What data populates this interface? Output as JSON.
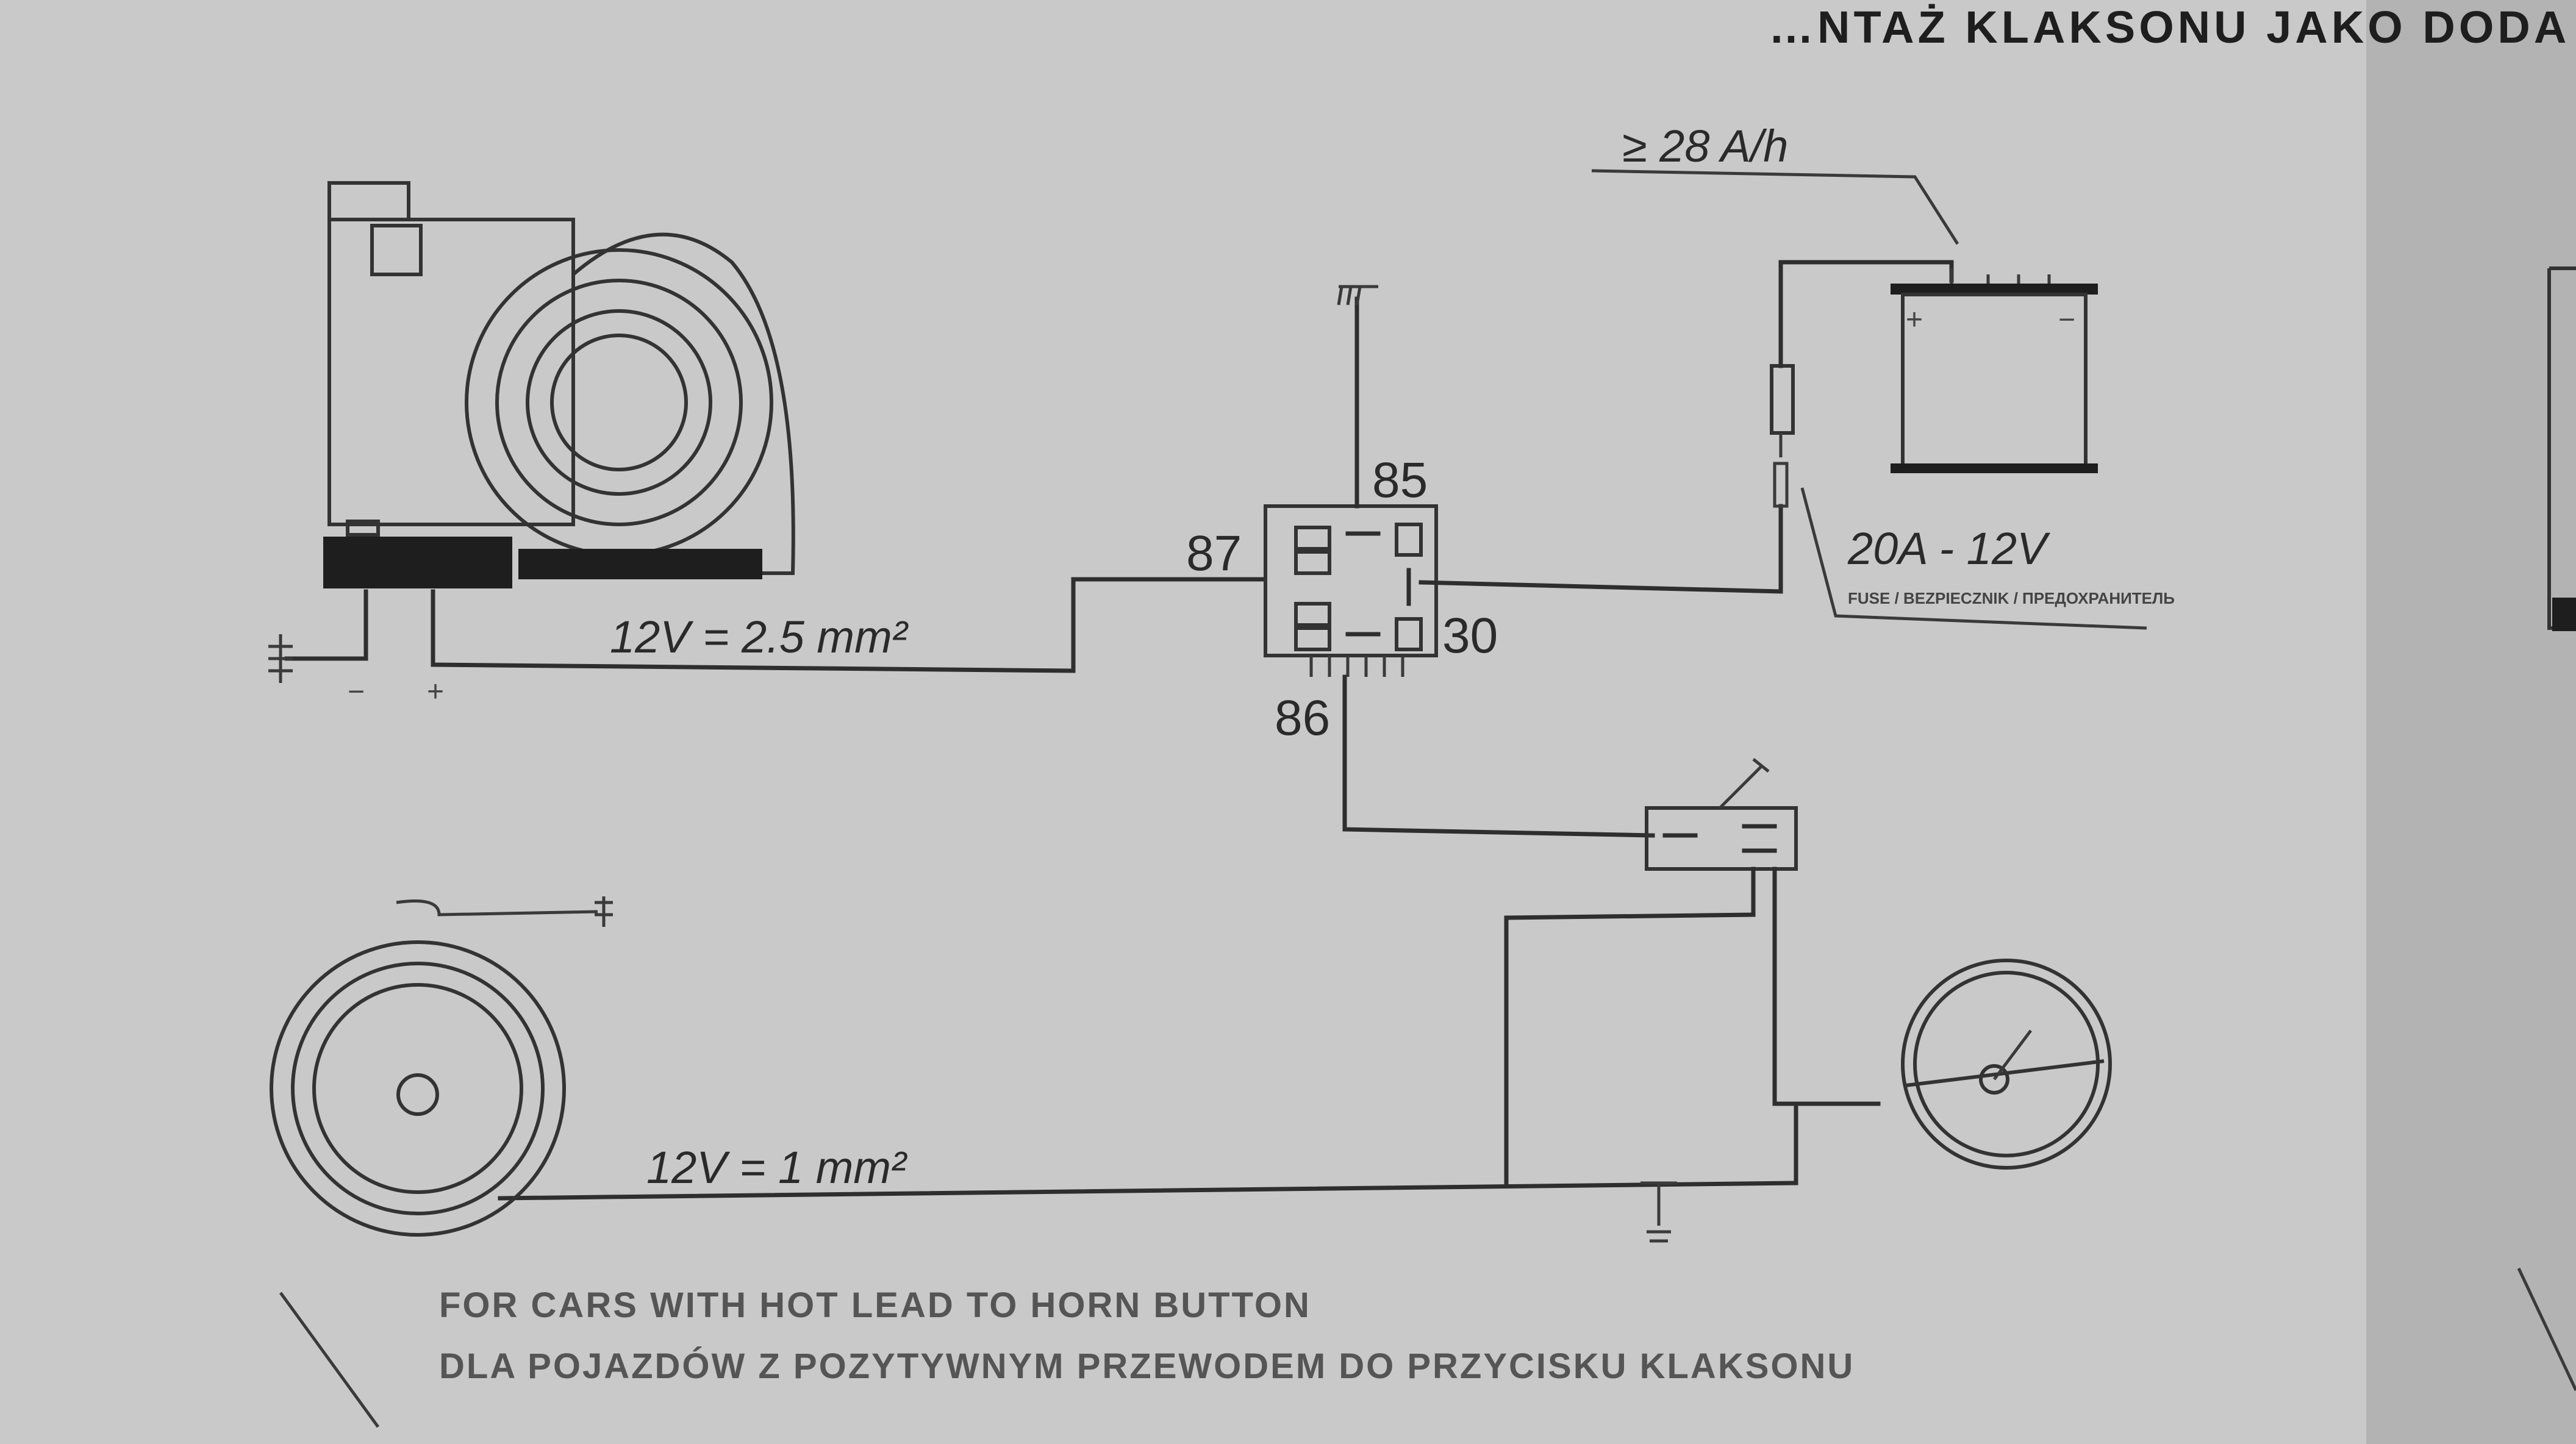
{
  "header": {
    "text": "…NTAŻ KLAKSONU JAKO DODA"
  },
  "battery": {
    "capacity": "≥ 28 A/h",
    "plus": "+",
    "minus": "−"
  },
  "fuse": {
    "rating": "20A - 12V",
    "note": "FUSE / BEZPIECZNIK / ПРЕДОХРАНИТЕЛЬ"
  },
  "relay": {
    "pin_85": "85",
    "pin_87": "87",
    "pin_86": "86",
    "pin_30": "30"
  },
  "horn": {
    "minus": "−",
    "plus": "+"
  },
  "wires": {
    "main": "12V = 2.5 mm²",
    "control": "12V = 1 mm²"
  },
  "captions": {
    "line1": "FOR CARS WITH HOT LEAD TO HORN BUTTON",
    "line2": "DLA POJAZDÓW Z POZYTYWNYM PRZEWODEM DO PRZYCISKU KLAKSONU"
  },
  "colors": {
    "paper": "#c9c9c9",
    "ink": "#2e2e2e"
  }
}
